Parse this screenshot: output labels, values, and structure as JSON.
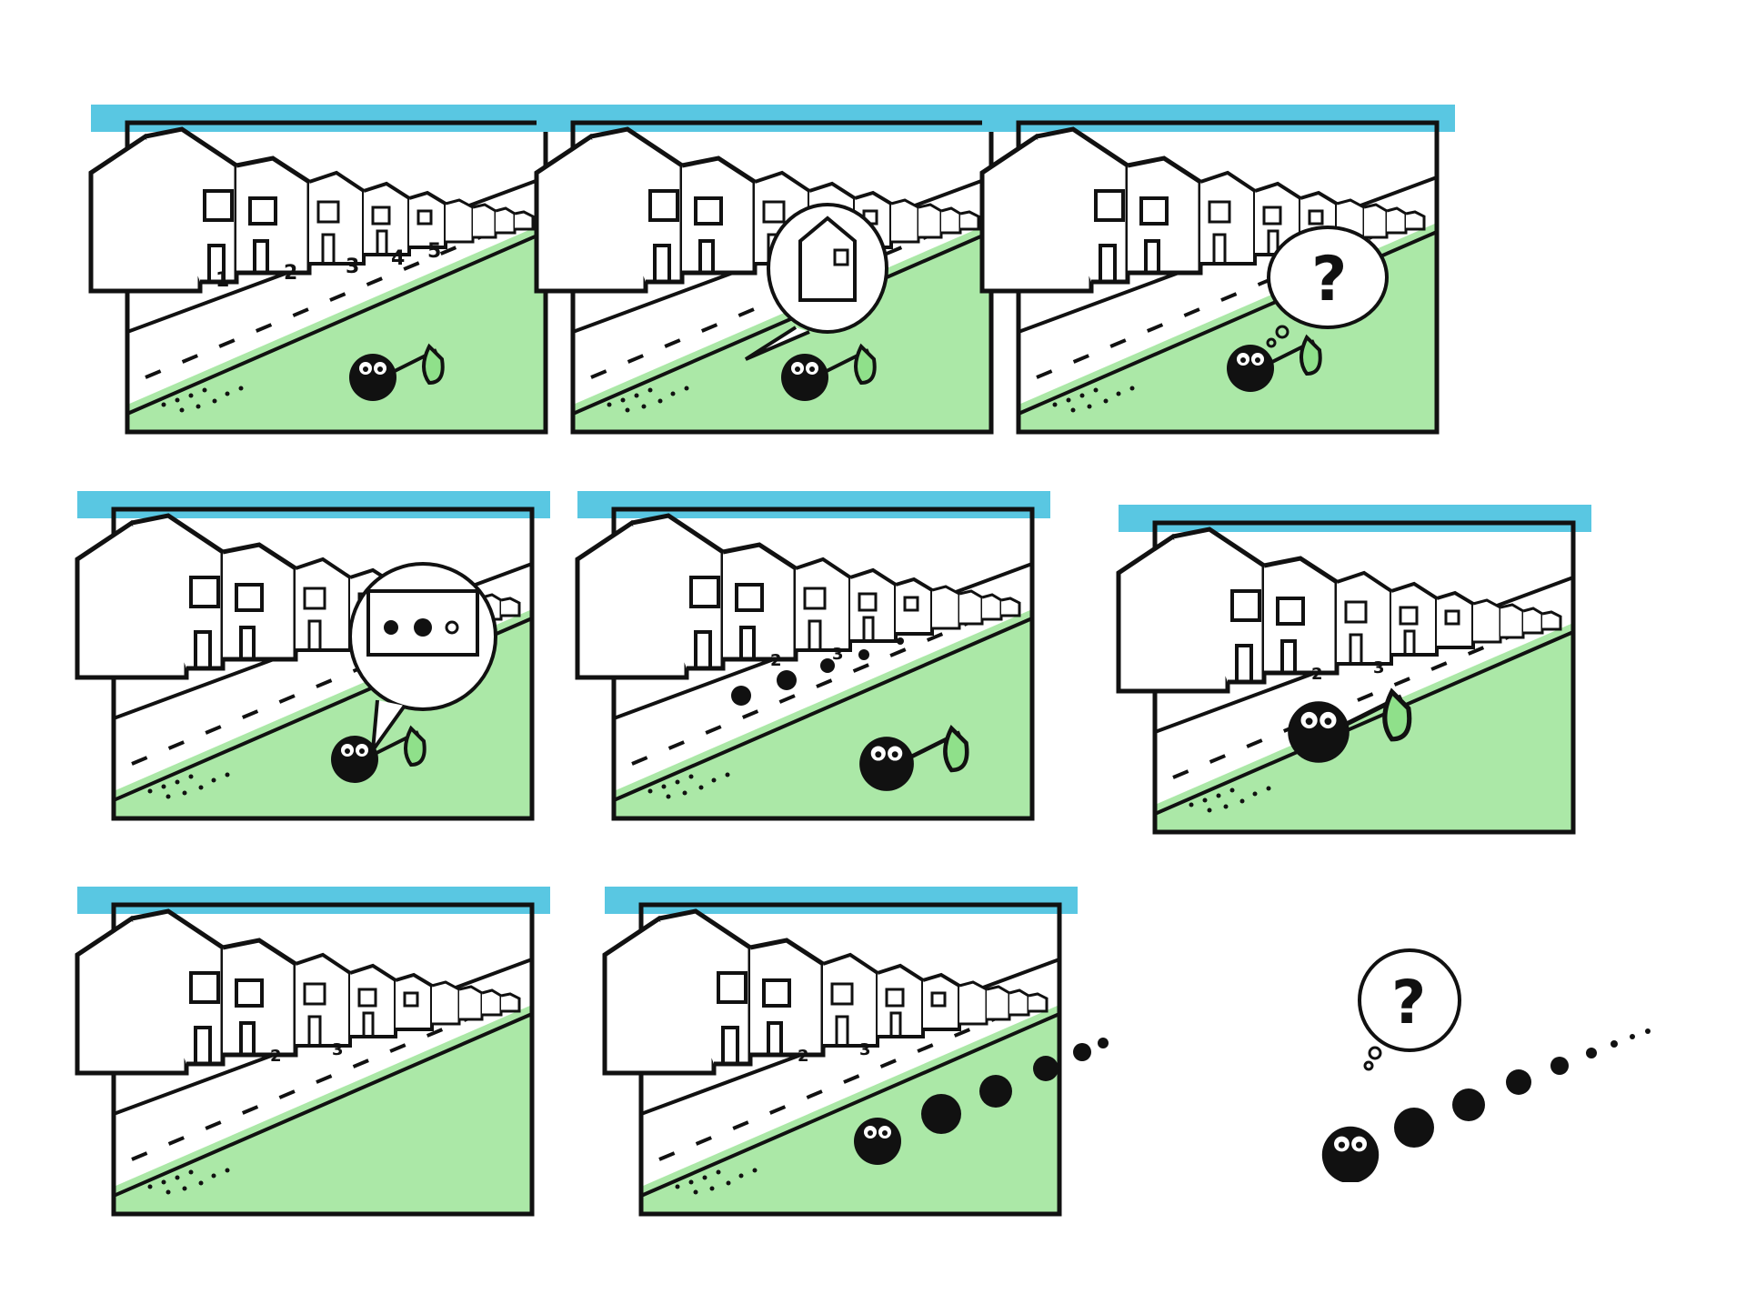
{
  "title": "",
  "colors": {
    "ink": "#111111",
    "sky": "#59c7e2",
    "grass": "#8fe08a",
    "paper": "#ffffff"
  },
  "icons": [
    "house-row",
    "road",
    "blob-character",
    "bindle-bag",
    "thought-bubble",
    "question-mark",
    "dotted-trail"
  ],
  "panels": [
    {
      "name": "panel-1",
      "house_numbers": [
        "1",
        "2",
        "3",
        "4",
        "5"
      ],
      "bubble": "none",
      "blob": "walking-with-bag"
    },
    {
      "name": "panel-2",
      "house_numbers": [],
      "bubble": "house",
      "blob": "walking-with-bag"
    },
    {
      "name": "panel-3",
      "house_numbers": [],
      "bubble": "question",
      "blob": "walking-with-bag"
    },
    {
      "name": "panel-4",
      "house_numbers": [],
      "bubble": "neighbours",
      "blob": "walking-with-bag"
    },
    {
      "name": "panel-5",
      "house_numbers": [
        "2",
        "3"
      ],
      "bubble": "none",
      "blob": "walking-with-bag"
    },
    {
      "name": "panel-6",
      "house_numbers": [
        "2",
        "3"
      ],
      "bubble": "none",
      "blob": "walking-with-bag"
    },
    {
      "name": "panel-7",
      "house_numbers": [
        "2",
        "3"
      ],
      "bubble": "none",
      "blob": "absent"
    },
    {
      "name": "panel-8",
      "house_numbers": [
        "2",
        "3"
      ],
      "bubble": "none",
      "blob": "trail"
    }
  ],
  "question_glyph": "?",
  "house_labels": {
    "one": "1",
    "two": "2",
    "three": "3",
    "four": "4",
    "five": "5"
  }
}
